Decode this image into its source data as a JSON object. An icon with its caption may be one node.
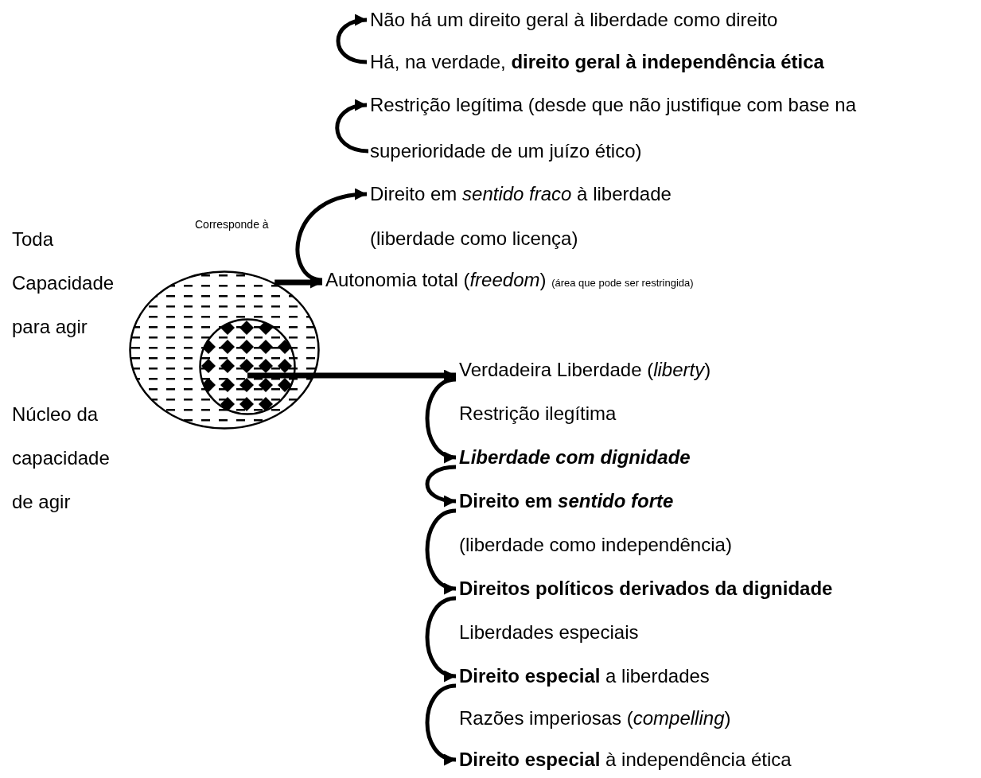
{
  "diagram": {
    "nodes": [
      {
        "text": [],
        "shape": "circle",
        "beside": [
          "Toda Capacidade para agir"
        ]
      },
      {
        "text": [],
        "shape": "circle",
        "in": 0
      },
      {
        "text": [
          "Não há um direito geral à liberdade como direito"
        ]
      },
      {
        "text": [
          "Há, na verdade, **direito geral à independência ética**"
        ]
      },
      {
        "text": [
          "Restrição legítima (desde que não justifique com base na superioridade de um juízo ético)"
        ]
      },
      {
        "text": [
          "Direito em *sentido fraco* à liberdade"
        ]
      },
      {
        "text": [
          "(liberdade como licença)"
        ]
      },
      {
        "text": [
          "Autonomia total (*freedom*)"
        ],
        "beside": [
          "(área que pode ser restringida)"
        ]
      },
      {
        "text": [
          "Verdadeira Liberdade (*liberty*)"
        ]
      },
      {
        "text": [
          "Restrição ilegítima"
        ]
      },
      {
        "text": [
          "Liberdade com dignidade"
        ]
      },
      {
        "text": [
          "Direito em *sentido forte*"
        ]
      },
      {
        "text": [
          "(liberdade como independência)"
        ]
      },
      {
        "text": [
          "Direitos políticos derivados da dignidade"
        ]
      },
      {
        "text": [
          "Liberdades especiais"
        ]
      },
      {
        "text": [
          "**Direito especial** a liberdades"
        ]
      },
      {
        "text": [
          "Razões imperiosas (*compelling*)"
        ]
      },
      {
        "text": [
          "**Direito especial** à independência ética"
        ]
      }
    ],
    "edges": [
      {
        "from": 0,
        "to": 7,
        "arrow": "to"
      },
      {
        "from": 1,
        "to": 8,
        "arrow": "to"
      },
      {
        "from": 3,
        "to": 2,
        "arrow": "to"
      },
      {
        "from": null,
        "to": 4,
        "arrow": "to"
      },
      {
        "from": 7,
        "to": 5,
        "arrow": "to"
      },
      {
        "from": 8,
        "to": 10,
        "arrow": "to"
      },
      {
        "from": 10,
        "to": 11,
        "arrow": "to"
      },
      {
        "from": 11,
        "to": 13,
        "arrow": "to"
      },
      {
        "from": 13,
        "to": 15,
        "arrow": "to"
      },
      {
        "from": 15,
        "to": 17,
        "arrow": "to"
      }
    ],
    "labels": [
      "Corresponde à",
      "Núcleo da capacidade de agir"
    ]
  }
}
